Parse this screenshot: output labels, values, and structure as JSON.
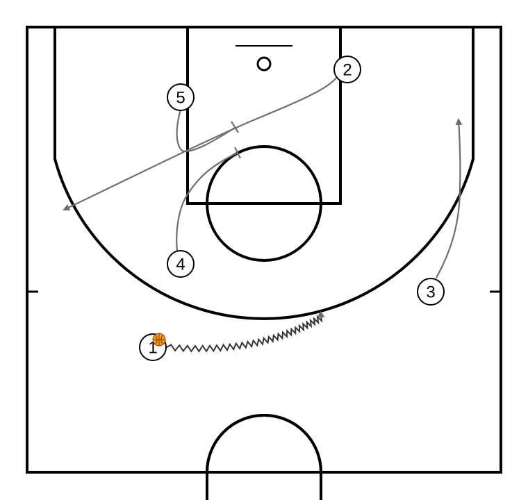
{
  "colors": {
    "court_lines": "#000000",
    "movement_lines": "#6e6e6e",
    "dribble_line": "#333333",
    "ball": "#f39c1b",
    "background": "#ffffff"
  },
  "players": [
    {
      "id": "p1",
      "label": "1",
      "has_ball": true
    },
    {
      "id": "p2",
      "label": "2"
    },
    {
      "id": "p3",
      "label": "3"
    },
    {
      "id": "p4",
      "label": "4"
    },
    {
      "id": "p5",
      "label": "5"
    }
  ],
  "actions": [
    {
      "player": "1",
      "type": "dribble"
    },
    {
      "player": "2",
      "type": "cut"
    },
    {
      "player": "3",
      "type": "cut"
    },
    {
      "player": "4",
      "type": "screen"
    },
    {
      "player": "5",
      "type": "screen"
    }
  ],
  "icons": {
    "ball": "basketball-icon",
    "basket": "basket-hoop-icon"
  }
}
